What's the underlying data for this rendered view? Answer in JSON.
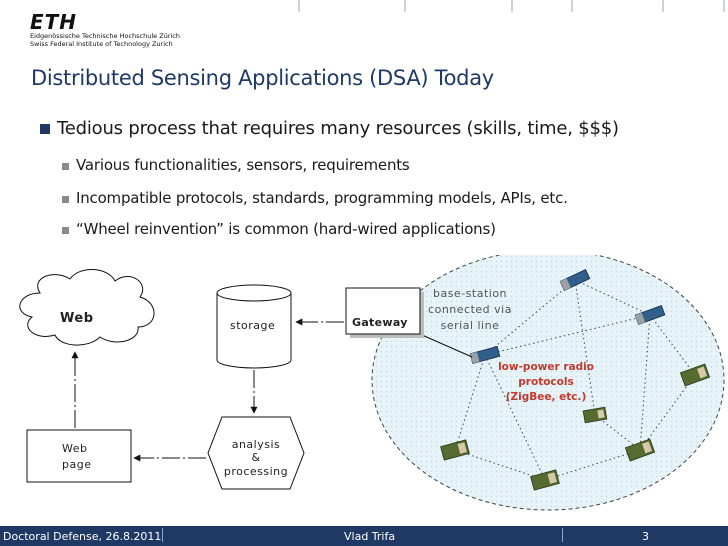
{
  "logo": {
    "wordmark": "ETH",
    "line1": "Eidgenössische Technische Hochschule Zürich",
    "line2": "Swiss Federal Institute of Technology Zurich"
  },
  "slide": {
    "title": "Distributed Sensing Applications (DSA) Today",
    "bullet": "Tedious process that requires many resources (skills, time, $$$)",
    "sub_bullets": [
      "Various functionalities, sensors, requirements",
      "Incompatible protocols, standards, programming models, APIs, etc.",
      "“Wheel reinvention” is common (hard-wired applications)"
    ]
  },
  "diagram": {
    "web": "Web",
    "storage": "storage",
    "gateway": "Gateway",
    "web_page": [
      "Web",
      "page"
    ],
    "analysis": [
      "analysis",
      "&",
      "processing"
    ],
    "base_station": [
      "base-station",
      "connected via",
      "serial line"
    ],
    "radio": [
      "low-power radio",
      "protocols",
      "(ZigBee, etc.)"
    ],
    "colors": {
      "cloud_fill": "#e6f3f8",
      "radio_text": "#c0392b"
    }
  },
  "footer": {
    "left": "Doctoral Defense, 26.8.2011",
    "center": "Vlad Trifa",
    "page": "3"
  },
  "theme": {
    "primary": "#1f3864"
  }
}
